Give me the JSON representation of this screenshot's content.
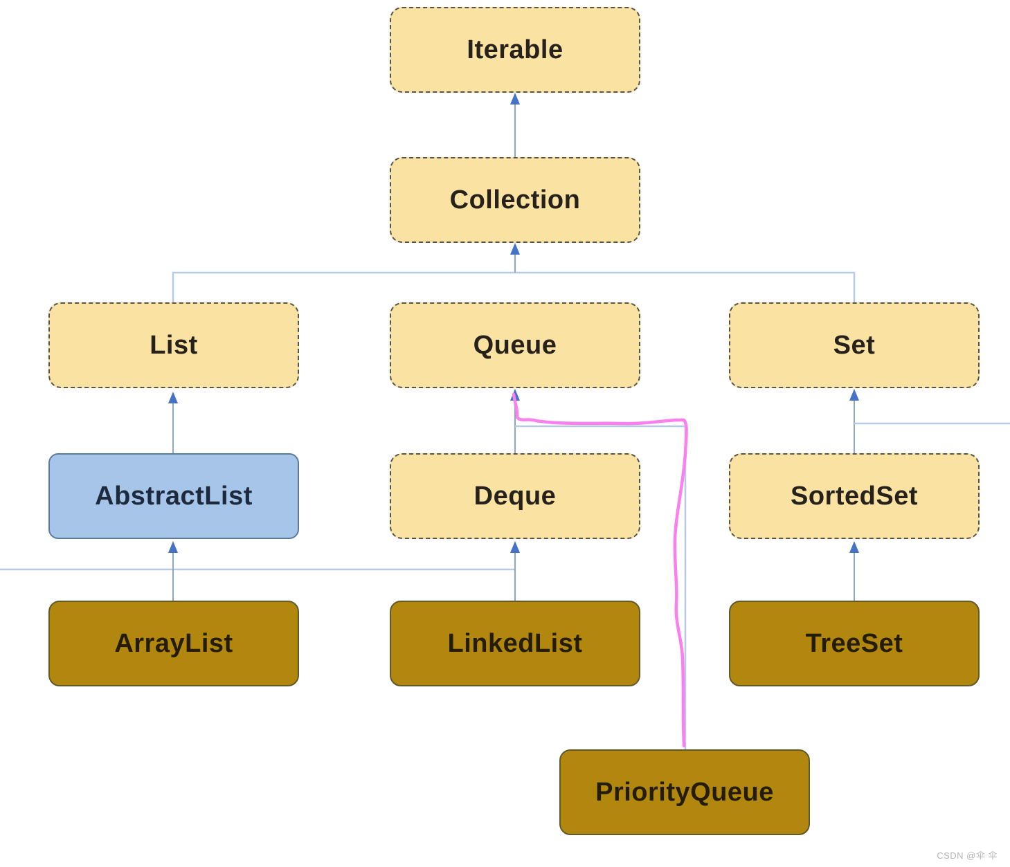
{
  "diagram": {
    "type": "class-hierarchy",
    "subject": "Java Collection framework inheritance"
  },
  "nodes": {
    "iterable": {
      "label": "Iterable",
      "kind": "interface"
    },
    "collection": {
      "label": "Collection",
      "kind": "interface"
    },
    "list": {
      "label": "List",
      "kind": "interface"
    },
    "queue": {
      "label": "Queue",
      "kind": "interface"
    },
    "set": {
      "label": "Set",
      "kind": "interface"
    },
    "abstractlist": {
      "label": "AbstractList",
      "kind": "abstract-class"
    },
    "deque": {
      "label": "Deque",
      "kind": "interface"
    },
    "sortedset": {
      "label": "SortedSet",
      "kind": "interface"
    },
    "arraylist": {
      "label": "ArrayList",
      "kind": "class"
    },
    "linkedlist": {
      "label": "LinkedList",
      "kind": "class"
    },
    "treeset": {
      "label": "TreeSet",
      "kind": "class"
    },
    "priorityqueue": {
      "label": "PriorityQueue",
      "kind": "class",
      "annotated": true
    }
  },
  "edges": [
    {
      "from": "collection",
      "to": "iterable"
    },
    {
      "from": "list",
      "to": "collection"
    },
    {
      "from": "queue",
      "to": "collection"
    },
    {
      "from": "set",
      "to": "collection"
    },
    {
      "from": "abstractlist",
      "to": "list"
    },
    {
      "from": "arraylist",
      "to": "abstractlist"
    },
    {
      "from": "deque",
      "to": "queue"
    },
    {
      "from": "linkedlist",
      "to": "deque"
    },
    {
      "from": "priorityqueue",
      "to": "queue"
    },
    {
      "from": "sortedset",
      "to": "set"
    },
    {
      "from": "treeset",
      "to": "sortedset"
    }
  ],
  "annotation": {
    "description": "pink hand-drawn stroke tracing the Queue-to-PriorityQueue connector and circling the PriorityQueue label"
  },
  "watermark": {
    "text": "CSDN @伞 伞"
  },
  "colors": {
    "interface_fill": "#fae2a2",
    "interface_border": "#55544a",
    "abstract_fill": "#a6c5e8",
    "abstract_border": "#5c7a99",
    "class_fill": "#b2870d",
    "class_border": "#60592c",
    "line_blue": "#8fa6c6",
    "branch_blue": "#b7c9e3",
    "arrow_blue": "#4472c4",
    "annotation_pink": "#fb80ef",
    "watermark_gray": "#b3b3b3",
    "background": "#ffffff"
  }
}
